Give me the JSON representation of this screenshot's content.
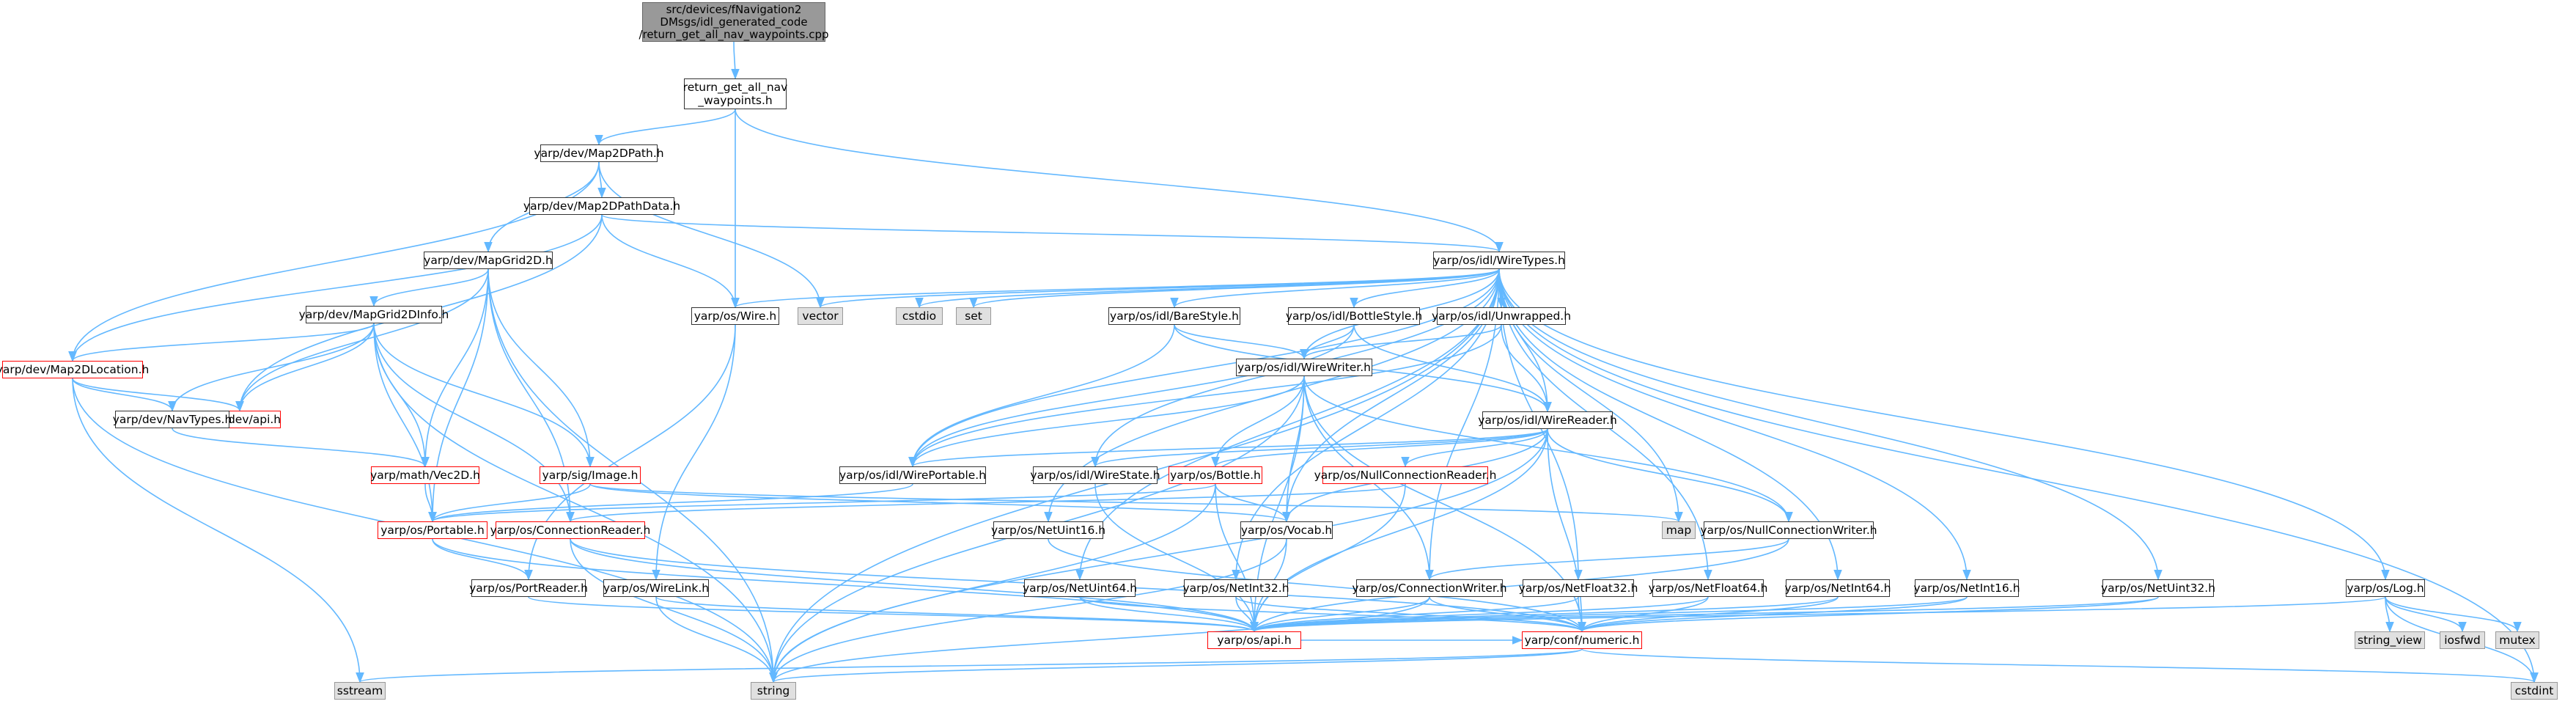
{
  "graph": {
    "edge_color": "#63b8ff",
    "nodes": [
      {
        "id": "root",
        "label": "src/devices/fNavigation2\nDMsgs/idl_generated_code\n/return_get_all_nav_waypoints.cpp",
        "style": "root"
      },
      {
        "id": "retget",
        "label": "return_get_all_nav\n_waypoints.h",
        "style": "normal"
      },
      {
        "id": "map2dpath",
        "label": "yarp/dev/Map2DPath.h",
        "style": "normal"
      },
      {
        "id": "map2dpathdata",
        "label": "yarp/dev/Map2DPathData.h",
        "style": "normal"
      },
      {
        "id": "mapgrid2d",
        "label": "yarp/dev/MapGrid2D.h",
        "style": "normal"
      },
      {
        "id": "mapgrid2dinfo",
        "label": "yarp/dev/MapGrid2DInfo.h",
        "style": "normal"
      },
      {
        "id": "map2dlocation",
        "label": "yarp/dev/Map2DLocation.h",
        "style": "red"
      },
      {
        "id": "devapi",
        "label": "yarp/dev/api.h",
        "style": "red"
      },
      {
        "id": "navtypes",
        "label": "yarp/dev/NavTypes.h",
        "style": "normal"
      },
      {
        "id": "vec2d",
        "label": "yarp/math/Vec2D.h",
        "style": "red"
      },
      {
        "id": "sigimage",
        "label": "yarp/sig/Image.h",
        "style": "red"
      },
      {
        "id": "portable",
        "label": "yarp/os/Portable.h",
        "style": "red"
      },
      {
        "id": "connreader",
        "label": "yarp/os/ConnectionReader.h",
        "style": "red"
      },
      {
        "id": "portreader",
        "label": "yarp/os/PortReader.h",
        "style": "normal"
      },
      {
        "id": "wirelink",
        "label": "yarp/os/WireLink.h",
        "style": "normal"
      },
      {
        "id": "wire",
        "label": "yarp/os/Wire.h",
        "style": "normal"
      },
      {
        "id": "vector",
        "label": "vector",
        "style": "std"
      },
      {
        "id": "cstdio",
        "label": "cstdio",
        "style": "std"
      },
      {
        "id": "set",
        "label": "set",
        "style": "std"
      },
      {
        "id": "wiretypes",
        "label": "yarp/os/idl/WireTypes.h",
        "style": "normal"
      },
      {
        "id": "barestyle",
        "label": "yarp/os/idl/BareStyle.h",
        "style": "normal"
      },
      {
        "id": "bottlestyle",
        "label": "yarp/os/idl/BottleStyle.h",
        "style": "normal"
      },
      {
        "id": "unwrapped",
        "label": "yarp/os/idl/Unwrapped.h",
        "style": "normal"
      },
      {
        "id": "wirewriter",
        "label": "yarp/os/idl/WireWriter.h",
        "style": "normal"
      },
      {
        "id": "wirereader",
        "label": "yarp/os/idl/WireReader.h",
        "style": "normal"
      },
      {
        "id": "wireportable",
        "label": "yarp/os/idl/WirePortable.h",
        "style": "normal"
      },
      {
        "id": "wirestate",
        "label": "yarp/os/idl/WireState.h",
        "style": "normal"
      },
      {
        "id": "bottle",
        "label": "yarp/os/Bottle.h",
        "style": "red"
      },
      {
        "id": "nullconnreader",
        "label": "yarp/os/NullConnectionReader.h",
        "style": "red"
      },
      {
        "id": "map",
        "label": "map",
        "style": "std"
      },
      {
        "id": "nullconnwriter",
        "label": "yarp/os/NullConnectionWriter.h",
        "style": "normal"
      },
      {
        "id": "netuint16",
        "label": "yarp/os/NetUint16.h",
        "style": "normal"
      },
      {
        "id": "vocab",
        "label": "yarp/os/Vocab.h",
        "style": "normal"
      },
      {
        "id": "netint32",
        "label": "yarp/os/NetInt32.h",
        "style": "normal"
      },
      {
        "id": "netuint64",
        "label": "yarp/os/NetUint64.h",
        "style": "normal"
      },
      {
        "id": "connwriter",
        "label": "yarp/os/ConnectionWriter.h",
        "style": "normal"
      },
      {
        "id": "netfloat32",
        "label": "yarp/os/NetFloat32.h",
        "style": "normal"
      },
      {
        "id": "netfloat64",
        "label": "yarp/os/NetFloat64.h",
        "style": "normal"
      },
      {
        "id": "netint64",
        "label": "yarp/os/NetInt64.h",
        "style": "normal"
      },
      {
        "id": "netint16",
        "label": "yarp/os/NetInt16.h",
        "style": "normal"
      },
      {
        "id": "netuint32",
        "label": "yarp/os/NetUint32.h",
        "style": "normal"
      },
      {
        "id": "log",
        "label": "yarp/os/Log.h",
        "style": "normal"
      },
      {
        "id": "osapi",
        "label": "yarp/os/api.h",
        "style": "red"
      },
      {
        "id": "numeric",
        "label": "yarp/conf/numeric.h",
        "style": "red"
      },
      {
        "id": "string_view",
        "label": "string_view",
        "style": "std"
      },
      {
        "id": "iosfwd",
        "label": "iosfwd",
        "style": "std"
      },
      {
        "id": "mutex",
        "label": "mutex",
        "style": "std"
      },
      {
        "id": "sstream",
        "label": "sstream",
        "style": "std"
      },
      {
        "id": "string",
        "label": "string",
        "style": "std"
      },
      {
        "id": "cstdint",
        "label": "cstdint",
        "style": "std"
      }
    ],
    "edges": [
      [
        "root",
        "retget"
      ],
      [
        "retget",
        "map2dpath"
      ],
      [
        "retget",
        "wire"
      ],
      [
        "retget",
        "wiretypes"
      ],
      [
        "map2dpath",
        "map2dpathdata"
      ],
      [
        "map2dpath",
        "mapgrid2d"
      ],
      [
        "map2dpath",
        "map2dlocation"
      ],
      [
        "map2dpath",
        "vector"
      ],
      [
        "map2dpathdata",
        "map2dlocation"
      ],
      [
        "map2dpathdata",
        "devapi"
      ],
      [
        "map2dpathdata",
        "wire"
      ],
      [
        "map2dpathdata",
        "wiretypes"
      ],
      [
        "mapgrid2d",
        "mapgrid2dinfo"
      ],
      [
        "mapgrid2d",
        "devapi"
      ],
      [
        "mapgrid2d",
        "vec2d"
      ],
      [
        "mapgrid2d",
        "sigimage"
      ],
      [
        "mapgrid2d",
        "portable"
      ],
      [
        "mapgrid2d",
        "connreader"
      ],
      [
        "mapgrid2d",
        "string"
      ],
      [
        "mapgrid2dinfo",
        "map2dlocation"
      ],
      [
        "mapgrid2dinfo",
        "devapi"
      ],
      [
        "mapgrid2dinfo",
        "navtypes"
      ],
      [
        "mapgrid2dinfo",
        "vec2d"
      ],
      [
        "mapgrid2dinfo",
        "sigimage"
      ],
      [
        "mapgrid2dinfo",
        "portable"
      ],
      [
        "mapgrid2dinfo",
        "connreader"
      ],
      [
        "mapgrid2dinfo",
        "string"
      ],
      [
        "map2dlocation",
        "devapi"
      ],
      [
        "map2dlocation",
        "navtypes"
      ],
      [
        "map2dlocation",
        "sstream"
      ],
      [
        "map2dlocation",
        "string"
      ],
      [
        "navtypes",
        "vec2d"
      ],
      [
        "vec2d",
        "portable"
      ],
      [
        "sigimage",
        "portable"
      ],
      [
        "sigimage",
        "vocab"
      ],
      [
        "sigimage",
        "map"
      ],
      [
        "portable",
        "portreader"
      ],
      [
        "portable",
        "osapi"
      ],
      [
        "connreader",
        "osapi"
      ],
      [
        "connreader",
        "numeric"
      ],
      [
        "connreader",
        "string"
      ],
      [
        "portreader",
        "osapi"
      ],
      [
        "wirelink",
        "osapi"
      ],
      [
        "wirelink",
        "string"
      ],
      [
        "wire",
        "portreader"
      ],
      [
        "wire",
        "wirelink"
      ],
      [
        "wiretypes",
        "wire"
      ],
      [
        "wiretypes",
        "vector"
      ],
      [
        "wiretypes",
        "cstdio"
      ],
      [
        "wiretypes",
        "set"
      ],
      [
        "wiretypes",
        "barestyle"
      ],
      [
        "wiretypes",
        "bottlestyle"
      ],
      [
        "wiretypes",
        "unwrapped"
      ],
      [
        "wiretypes",
        "wirewriter"
      ],
      [
        "wiretypes",
        "wirereader"
      ],
      [
        "wiretypes",
        "wireportable"
      ],
      [
        "wiretypes",
        "wirestate"
      ],
      [
        "wiretypes",
        "map"
      ],
      [
        "wiretypes",
        "netuint16"
      ],
      [
        "wiretypes",
        "netint32"
      ],
      [
        "wiretypes",
        "netuint64"
      ],
      [
        "wiretypes",
        "netfloat32"
      ],
      [
        "wiretypes",
        "netfloat64"
      ],
      [
        "wiretypes",
        "netint64"
      ],
      [
        "wiretypes",
        "netint16"
      ],
      [
        "wiretypes",
        "netuint32"
      ],
      [
        "wiretypes",
        "log"
      ],
      [
        "wiretypes",
        "vocab"
      ],
      [
        "wiretypes",
        "connwriter"
      ],
      [
        "wiretypes",
        "string"
      ],
      [
        "wiretypes",
        "cstdint"
      ],
      [
        "barestyle",
        "wirewriter"
      ],
      [
        "barestyle",
        "wirereader"
      ],
      [
        "barestyle",
        "wireportable"
      ],
      [
        "bottlestyle",
        "wirewriter"
      ],
      [
        "bottlestyle",
        "wirereader"
      ],
      [
        "bottlestyle",
        "wireportable"
      ],
      [
        "unwrapped",
        "wirewriter"
      ],
      [
        "unwrapped",
        "wirereader"
      ],
      [
        "unwrapped",
        "wireportable"
      ],
      [
        "wirewriter",
        "wireportable"
      ],
      [
        "wirewriter",
        "bottle"
      ],
      [
        "wirewriter",
        "vocab"
      ],
      [
        "wirewriter",
        "connwriter"
      ],
      [
        "wirewriter",
        "osapi"
      ],
      [
        "wirewriter",
        "string"
      ],
      [
        "wirewriter",
        "numeric"
      ],
      [
        "wirewriter",
        "nullconnwriter"
      ],
      [
        "wirereader",
        "wireportable"
      ],
      [
        "wirereader",
        "wirestate"
      ],
      [
        "wirereader",
        "bottle"
      ],
      [
        "wirereader",
        "nullconnreader"
      ],
      [
        "wirereader",
        "nullconnwriter"
      ],
      [
        "wirereader",
        "vocab"
      ],
      [
        "wirereader",
        "osapi"
      ],
      [
        "wirereader",
        "string"
      ],
      [
        "wirereader",
        "numeric"
      ],
      [
        "wireportable",
        "portable"
      ],
      [
        "wirestate",
        "osapi"
      ],
      [
        "bottle",
        "portable"
      ],
      [
        "bottle",
        "vocab"
      ],
      [
        "bottle",
        "osapi"
      ],
      [
        "bottle",
        "string"
      ],
      [
        "nullconnreader",
        "connreader"
      ],
      [
        "nullconnreader",
        "osapi"
      ],
      [
        "nullconnwriter",
        "connwriter"
      ],
      [
        "nullconnwriter",
        "osapi"
      ],
      [
        "netuint16",
        "numeric"
      ],
      [
        "vocab",
        "osapi"
      ],
      [
        "vocab",
        "string"
      ],
      [
        "netint32",
        "osapi"
      ],
      [
        "netint32",
        "numeric"
      ],
      [
        "netuint64",
        "osapi"
      ],
      [
        "netuint64",
        "numeric"
      ],
      [
        "connwriter",
        "osapi"
      ],
      [
        "connwriter",
        "numeric"
      ],
      [
        "connwriter",
        "string"
      ],
      [
        "netfloat32",
        "osapi"
      ],
      [
        "netfloat32",
        "numeric"
      ],
      [
        "netfloat64",
        "osapi"
      ],
      [
        "netfloat64",
        "numeric"
      ],
      [
        "netint64",
        "osapi"
      ],
      [
        "netint64",
        "numeric"
      ],
      [
        "netint16",
        "osapi"
      ],
      [
        "netint16",
        "numeric"
      ],
      [
        "netuint32",
        "osapi"
      ],
      [
        "netuint32",
        "numeric"
      ],
      [
        "log",
        "osapi"
      ],
      [
        "log",
        "string_view"
      ],
      [
        "log",
        "iosfwd"
      ],
      [
        "log",
        "mutex"
      ],
      [
        "log",
        "cstdint"
      ],
      [
        "osapi",
        "numeric"
      ],
      [
        "numeric",
        "cstdint"
      ],
      [
        "numeric",
        "string"
      ],
      [
        "numeric",
        "sstream"
      ]
    ]
  }
}
